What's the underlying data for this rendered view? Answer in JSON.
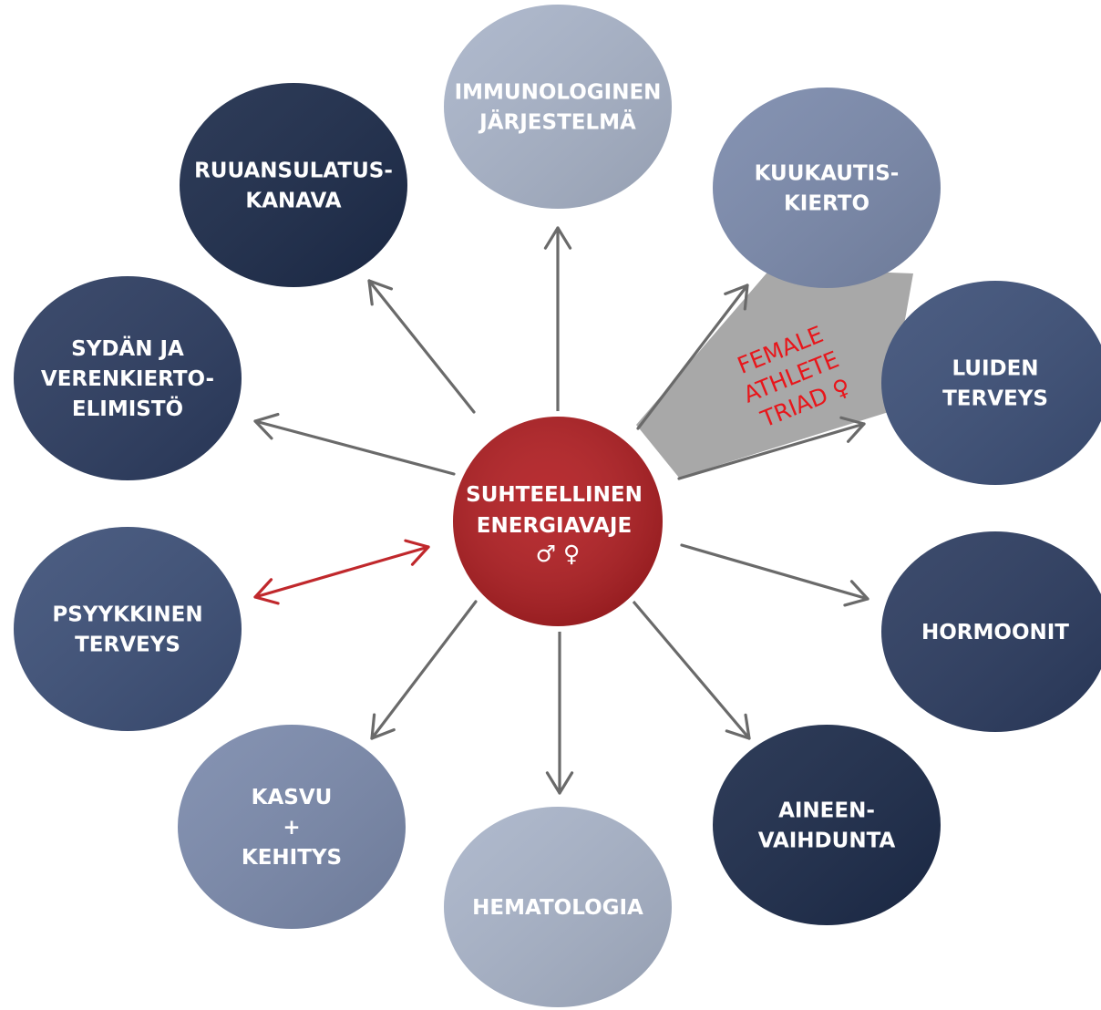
{
  "center": {
    "lines": [
      "SUHTEELLINEN",
      "ENERGIAVAJE",
      "♂ ♀"
    ],
    "color": "#b32024"
  },
  "triad": {
    "lines": [
      "FEMALE",
      "ATHLETE",
      "TRIAD ♀"
    ],
    "text_color": "#e8161b",
    "shade_color": "#a8a8a8"
  },
  "colors": {
    "dark_navy": "#1c2b4a",
    "navy": "#34486c",
    "mid_blue": "#7b8aac",
    "light_blue": "#a9b4c9",
    "arrow_gray": "#6a6a6a",
    "arrow_red": "#c0282c"
  },
  "nodes": [
    {
      "id": "immunologinen",
      "lines": [
        "IMMUNOLOGINEN",
        "JÄRJESTELMÄ"
      ],
      "color": "#a9b4c9"
    },
    {
      "id": "kuukautiskierto",
      "lines": [
        "KUUKAUTIS-",
        "KIERTO"
      ],
      "color": "#7b8aac"
    },
    {
      "id": "luiden-terveys",
      "lines": [
        "LUIDEN",
        "TERVEYS"
      ],
      "color": "#3d5078"
    },
    {
      "id": "hormoonit",
      "lines": [
        "HORMOONIT"
      ],
      "color": "#2c3c60"
    },
    {
      "id": "aineenvaihdunta",
      "lines": [
        "AINEEN-",
        "VAIHDUNTA"
      ],
      "color": "#1c2b4a"
    },
    {
      "id": "hematologia",
      "lines": [
        "HEMATOLOGIA"
      ],
      "color": "#a9b4c9"
    },
    {
      "id": "kasvu-kehitys",
      "lines": [
        "KASVU",
        "+",
        "KEHITYS"
      ],
      "color": "#7b8aac"
    },
    {
      "id": "psyykkinen-terveys",
      "lines": [
        "PSYYKKINEN",
        "TERVEYS"
      ],
      "color": "#3d5078"
    },
    {
      "id": "sydan-verenkierto",
      "lines": [
        "SYDÄN JA",
        "VERENKIERTO-",
        "ELIMISTÖ"
      ],
      "color": "#2c3c60"
    },
    {
      "id": "ruuansulatuskanava",
      "lines": [
        "RUUANSULATUS-",
        "KANAVA"
      ],
      "color": "#1c2b4a"
    }
  ]
}
